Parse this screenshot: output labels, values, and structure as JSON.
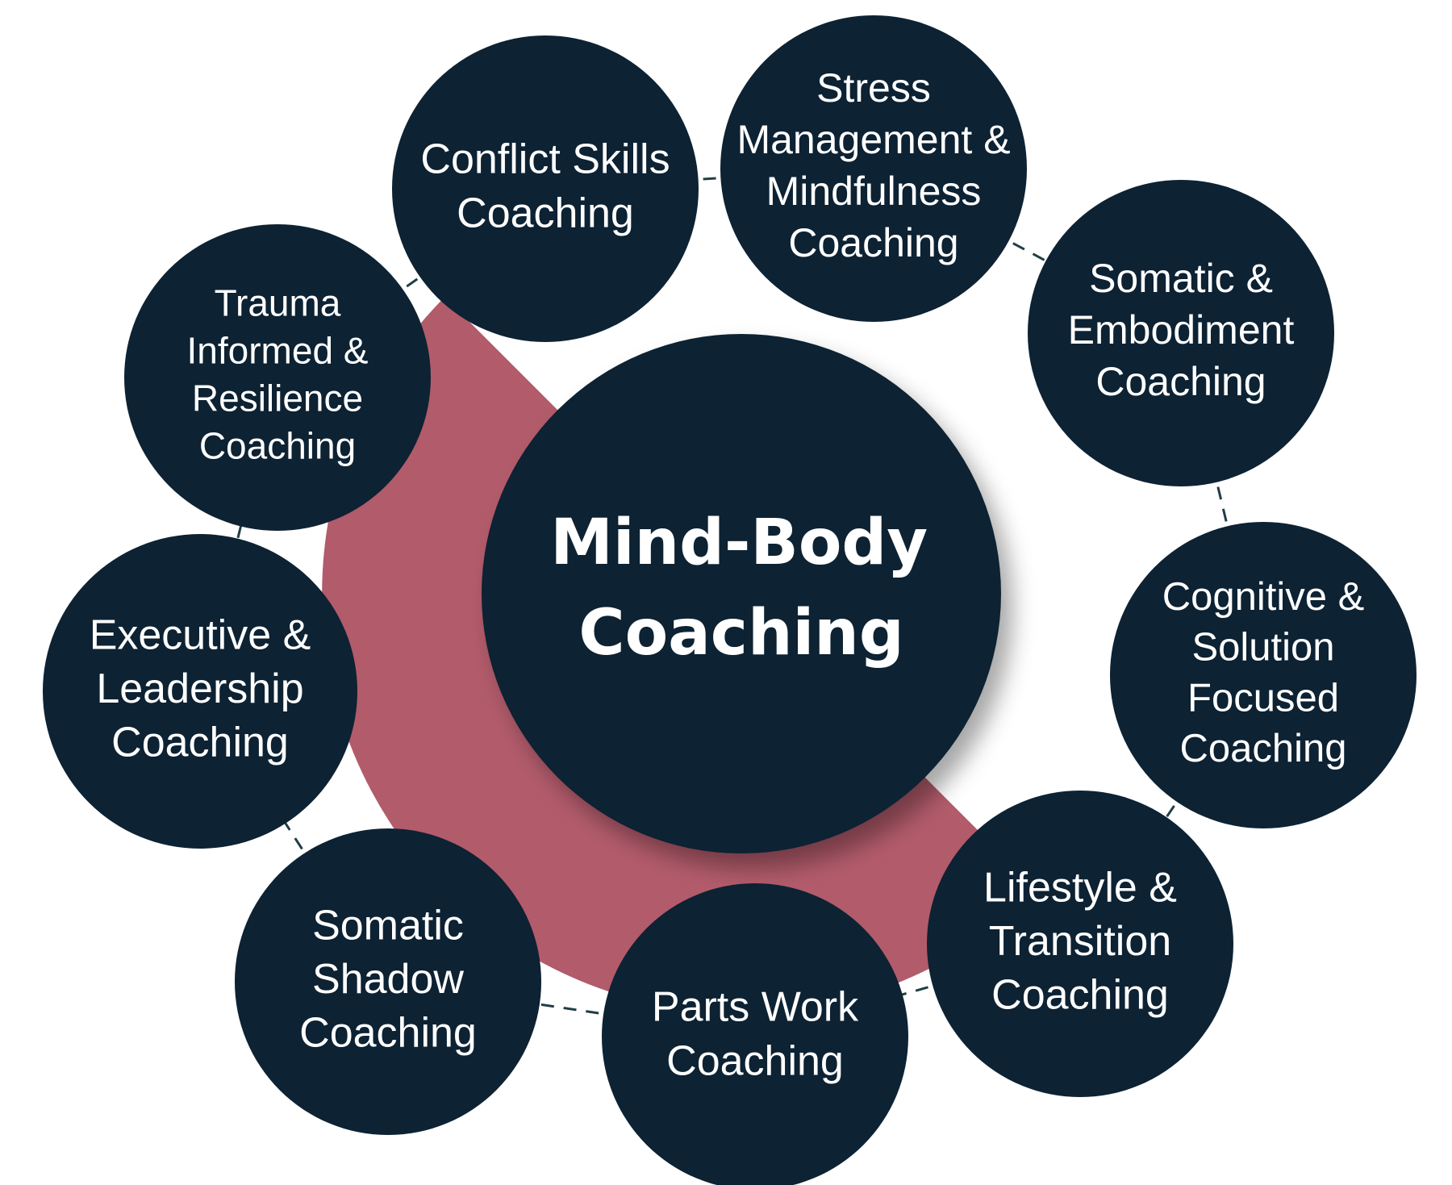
{
  "diagram": {
    "center": {
      "lines": [
        "Mind-Body",
        "Coaching"
      ]
    },
    "nodes": [
      {
        "id": "conflict-skills",
        "lines": [
          "Conflict Skills",
          "Coaching"
        ]
      },
      {
        "id": "stress-management",
        "lines": [
          "Stress",
          "Management &",
          "Mindfulness",
          "Coaching"
        ]
      },
      {
        "id": "somatic-embodiment",
        "lines": [
          "Somatic &",
          "Embodiment",
          "Coaching"
        ]
      },
      {
        "id": "cognitive-solution",
        "lines": [
          "Cognitive &",
          "Solution",
          "Focused",
          "Coaching"
        ]
      },
      {
        "id": "lifestyle-transition",
        "lines": [
          "Lifestyle &",
          "Transition",
          "Coaching"
        ]
      },
      {
        "id": "parts-work",
        "lines": [
          "Parts Work",
          "Coaching"
        ]
      },
      {
        "id": "somatic-shadow",
        "lines": [
          "Somatic",
          "Shadow",
          "Coaching"
        ]
      },
      {
        "id": "executive-leadership",
        "lines": [
          "Executive &",
          "Leadership",
          "Coaching"
        ]
      },
      {
        "id": "trauma-informed",
        "lines": [
          "Trauma",
          "Informed &",
          "Resilience",
          "Coaching"
        ]
      }
    ]
  },
  "colors": {
    "node_fill": "#0d2233",
    "accent_ring": "#b25b6b",
    "connector": "#1f3f45",
    "text": "#ffffff"
  }
}
